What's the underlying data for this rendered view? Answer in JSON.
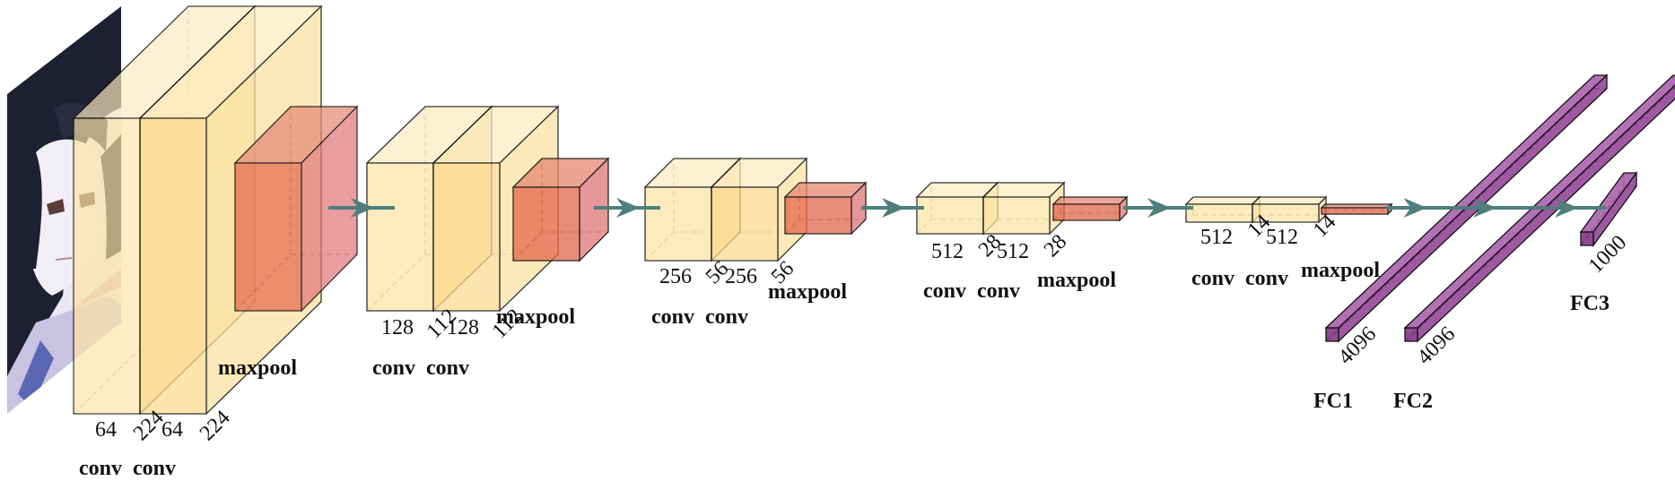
{
  "colors": {
    "conv_front": "#fde4a6",
    "conv_top": "#fdebc0",
    "conv_side": "#fce1a0",
    "conv_mid": "#fcd98c",
    "pool_front": "#e36a4e",
    "pool_top": "#e58a74",
    "pool_side": "#e0787a",
    "fc_front": "#7b2a7f",
    "fc_top": "#a658a8",
    "fc_side": "#8e3c92",
    "arrow": "#4e7f7c",
    "image_bg": "#e8e4f0",
    "hair": "#1e2130"
  },
  "blocks": [
    {
      "name": "block1",
      "conv_labels": [
        "64",
        "64"
      ],
      "size_labels": [
        "224",
        "224"
      ],
      "caption": "conv  conv",
      "pool_caption": "maxpool"
    },
    {
      "name": "block2",
      "conv_labels": [
        "128",
        "128"
      ],
      "size_labels": [
        "112",
        "112"
      ],
      "caption": "conv  conv",
      "pool_caption": "maxpool"
    },
    {
      "name": "block3",
      "conv_labels": [
        "256",
        "256"
      ],
      "size_labels": [
        "56",
        "56"
      ],
      "caption": "conv  conv",
      "pool_caption": "maxpool"
    },
    {
      "name": "block4",
      "conv_labels": [
        "512",
        "512"
      ],
      "size_labels": [
        "28",
        "28"
      ],
      "caption": "conv  conv",
      "pool_caption": "maxpool"
    },
    {
      "name": "block5",
      "conv_labels": [
        "512",
        "512"
      ],
      "size_labels": [
        "14",
        "14"
      ],
      "caption": "conv  conv",
      "pool_caption": "maxpool"
    }
  ],
  "fc_layers": [
    {
      "name": "FC1",
      "units": "4096"
    },
    {
      "name": "FC2",
      "units": "4096"
    },
    {
      "name": "FC3",
      "units": "1000"
    }
  ]
}
